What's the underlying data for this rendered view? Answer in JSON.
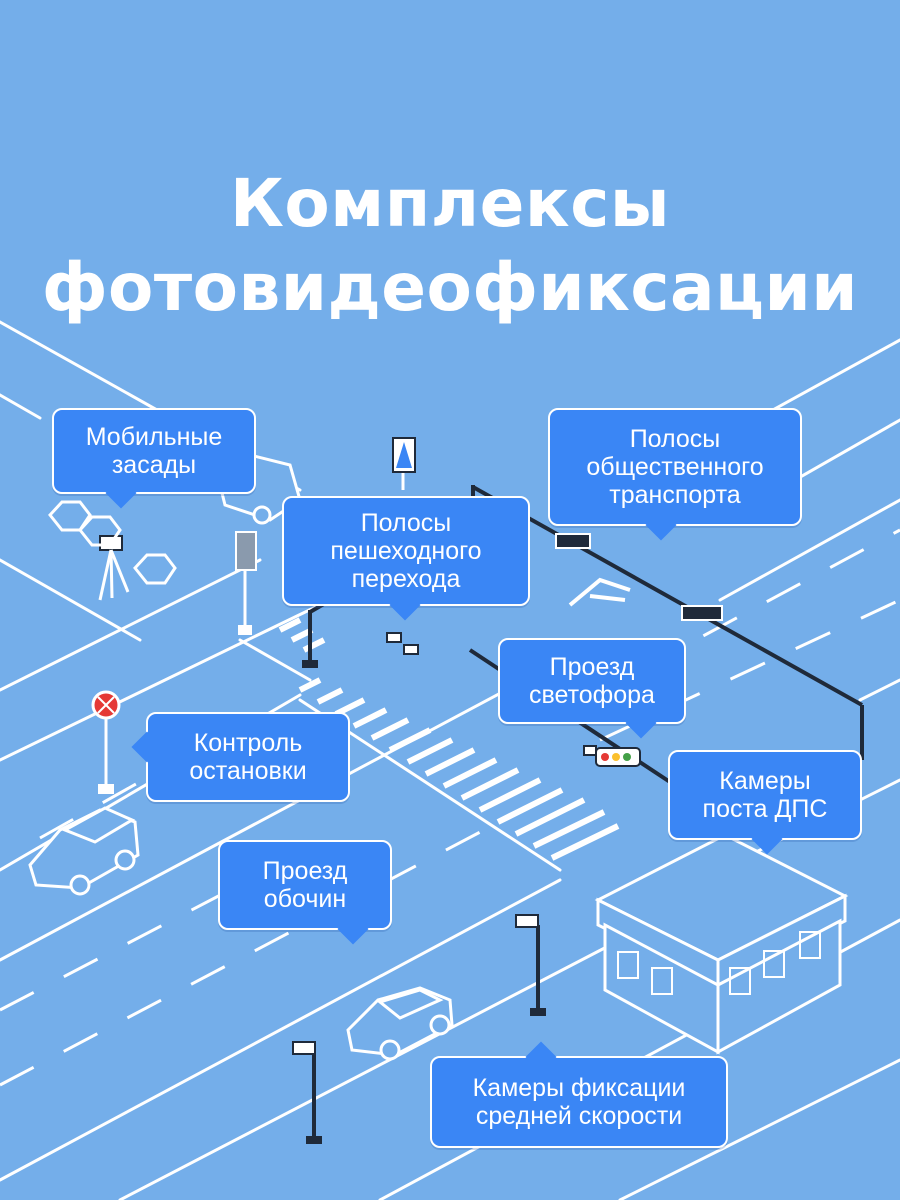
{
  "title": {
    "line1": "Комплексы",
    "line2": "фотовидеофиксации"
  },
  "callouts": [
    {
      "id": "mobile",
      "text": "Мобильные\nзасады"
    },
    {
      "id": "public",
      "text": "Полосы\nобщественного\nтранспорта"
    },
    {
      "id": "crossing",
      "text": "Полосы\nпешеходного\nперехода"
    },
    {
      "id": "light",
      "text": "Проезд\nсветофора"
    },
    {
      "id": "stop",
      "text": "Контроль\nостановки"
    },
    {
      "id": "dps",
      "text": "Камеры\nпоста ДПС"
    },
    {
      "id": "shoulder",
      "text": "Проезд\nобочин"
    },
    {
      "id": "avgspeed",
      "text": "Камеры фиксации\nсредней скорости"
    }
  ],
  "colors": {
    "background": "#74aeea",
    "callout": "#3a86f5",
    "line": "#ffffff",
    "pole": "#1f2a3a"
  }
}
